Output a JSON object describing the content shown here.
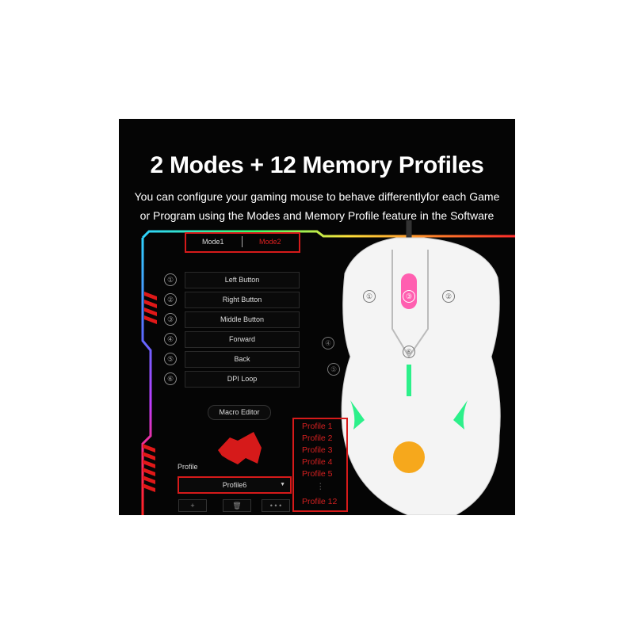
{
  "headline": "2 Modes + 12 Memory Profiles",
  "subtitle_lines": [
    "You can configure your gaming mouse to behave differentlyfor each Game",
    "or Program using the Modes and Memory Profile feature in the Software"
  ],
  "software": {
    "modes": [
      "Mode1",
      "Mode2"
    ],
    "active_mode": "Mode2",
    "button_numbers": [
      "①",
      "②",
      "③",
      "④",
      "⑤",
      "⑥"
    ],
    "buttons": [
      "Left Button",
      "Right Button",
      "Middle Button",
      "Forward",
      "Back",
      "DPI Loop"
    ],
    "macro_editor_label": "Macro Editor",
    "profile_label": "Profile",
    "profile_selected": "Profile6",
    "profile_actions": [
      "+",
      "🗑",
      "• • •"
    ],
    "profile_list": [
      "Profile 1",
      "Profile 2",
      "Profile 3",
      "Profile 4",
      "Profile 5",
      "⋮",
      "Profile 12"
    ]
  },
  "mouse_labels": [
    "①",
    "②",
    "③",
    "④",
    "⑤",
    "⑥"
  ],
  "colors": {
    "accent_red": "#d61a1a",
    "panel_bg": "#050505",
    "led_green": "#2cf08a"
  }
}
